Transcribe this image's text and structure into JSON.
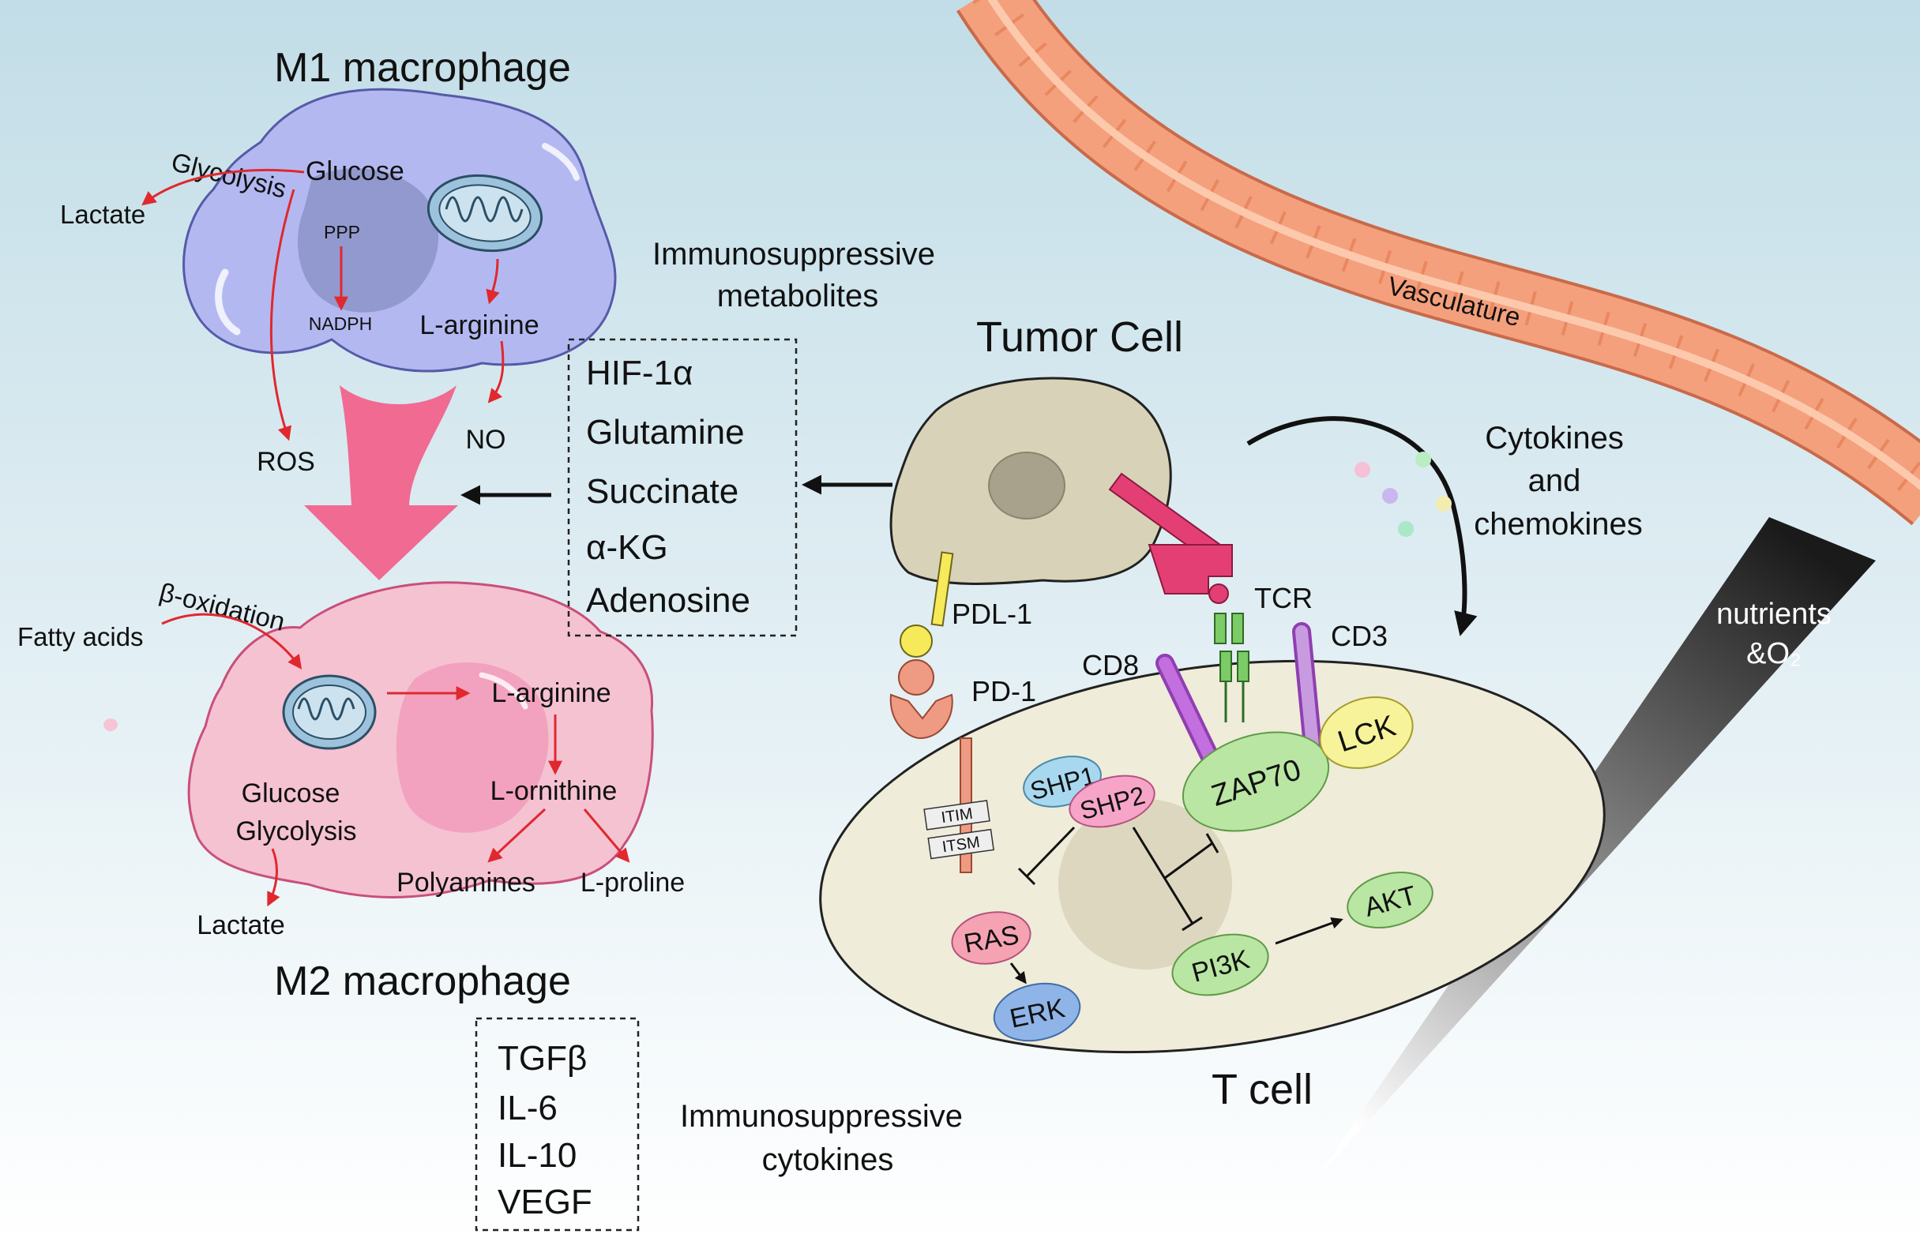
{
  "m1": {
    "title": "M1 macrophage",
    "glycolysis": "Glycolysis",
    "glucose": "Glucose",
    "lactate": "Lactate",
    "ppp": "PPP",
    "nadph": "NADPH",
    "l_arginine": "L-arginine",
    "ros": "ROS",
    "no": "NO"
  },
  "m2": {
    "title": "M2 macrophage",
    "beta_oxidation": "β-oxidation",
    "fatty_acids": "Fatty acids",
    "l_arginine": "L-arginine",
    "l_ornithine": "L-ornithine",
    "glucose": "Glucose",
    "glycolysis": "Glycolysis",
    "polyamines": "Polyamines",
    "l_proline": "L-proline",
    "lactate": "Lactate"
  },
  "metabolites": {
    "heading_line1": "Immunosuppressive",
    "heading_line2": "metabolites",
    "items": [
      "HIF-1α",
      "Glutamine",
      "Succinate",
      "α-KG",
      "Adenosine"
    ]
  },
  "cytokines": {
    "heading_line1": "Immunosuppressive",
    "heading_line2": "cytokines",
    "items": [
      "TGFβ",
      "IL-6",
      "IL-10",
      "VEGF"
    ]
  },
  "tumor": {
    "title": "Tumor Cell"
  },
  "receptors": {
    "pdl1": "PDL-1",
    "pd1": "PD-1",
    "tcr": "TCR",
    "cd8": "CD8",
    "cd3": "CD3",
    "itim": "ITIM",
    "itsm": "ITSM"
  },
  "tcell": {
    "title": "T cell",
    "shp1": "SHP1",
    "shp2": "SHP2",
    "zap70": "ZAP70",
    "lck": "LCK",
    "ras": "RAS",
    "erk": "ERK",
    "pi3k": "PI3K",
    "akt": "AKT"
  },
  "chemo": {
    "line1": "Cytokines",
    "line2": "and",
    "line3": "chemokines"
  },
  "vasculature": "Vasculature",
  "gradient": {
    "line1": "nutrients",
    "line2": "&O₂"
  },
  "colors": {
    "m1_cell": "#b3b9f0",
    "m2_cell": "#f5c2d2",
    "tumor_cell": "#d8d3b8",
    "t_cell": "#efecda",
    "vessel": "#f4a07c",
    "arrow_red": "#e0282e",
    "transition_arrow": "#f06a92"
  }
}
